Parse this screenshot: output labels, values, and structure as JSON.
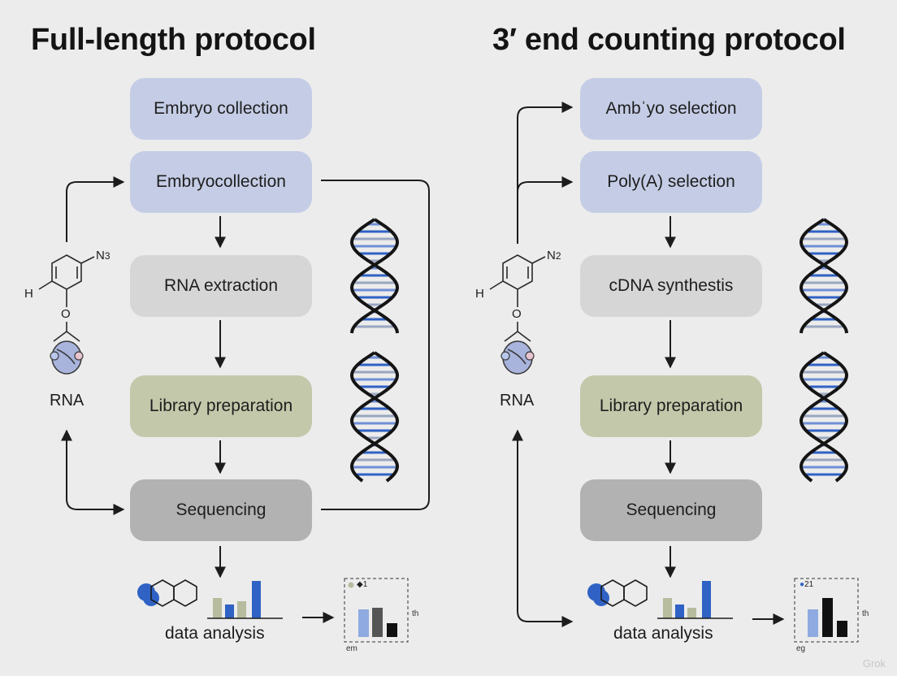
{
  "left": {
    "title": "Full-length protocol",
    "steps": [
      "Embryo collection",
      "Embryocollection",
      "RNA extraction",
      "Library preparation",
      "Sequencing"
    ],
    "molecule": {
      "atom_h": "H",
      "atom_o": "O",
      "substituent": "N",
      "subscript": "3"
    },
    "rna_label": "RNA",
    "analysis_label": "data analysis",
    "chart": {
      "legend_marker": "◆",
      "legend_text": "1",
      "side_label": "th",
      "bottom_label": "em"
    }
  },
  "right": {
    "title": "3′ end counting protocol",
    "steps": [
      "Ambˈyo selection",
      "Poly(A) selection",
      "cDNA synthestis",
      "Library preparation",
      "Sequencing"
    ],
    "molecule": {
      "atom_h": "H",
      "atom_o": "O",
      "substituent": "N",
      "subscript": "2"
    },
    "rna_label": "RNA",
    "analysis_label": "data analysis",
    "chart": {
      "legend_marker": "●",
      "legend_text": "21",
      "side_label": "th",
      "bottom_label": "eg"
    }
  },
  "colors": {
    "box_blue": "#c5cde6",
    "box_light_gray": "#d6d6d6",
    "box_olive": "#c3c8aa",
    "box_gray": "#b2b2b2",
    "accent_blue": "#3a6cc7",
    "light_blue": "#8faae0",
    "olive": "#b7bc9e",
    "dark": "#1c1c1c"
  },
  "icons": [
    "dna-helix-icon",
    "molecule-icon",
    "hexagon-structure-icon",
    "bar-chart-icon"
  ],
  "watermark": "Grok"
}
